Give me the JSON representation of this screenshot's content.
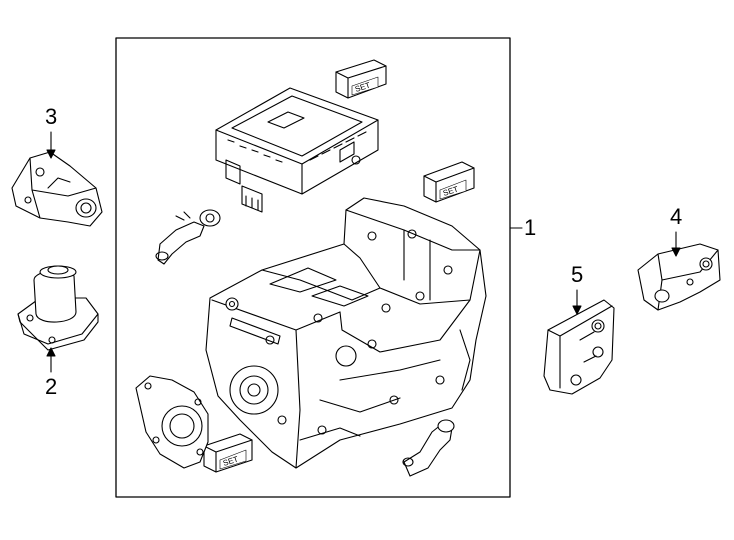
{
  "diagram": {
    "callouts": {
      "part1": "1",
      "part2": "2",
      "part3": "3",
      "part4": "4",
      "part5": "5"
    },
    "set_labels": [
      "SET",
      "SET",
      "SET"
    ]
  }
}
